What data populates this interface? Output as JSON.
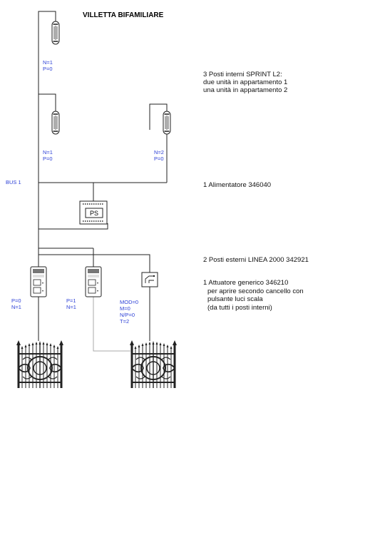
{
  "title": "VILLETTA BIFAMILIARE",
  "bus_label": "BUS 1",
  "device_labels": {
    "interno_1": [
      "N=1",
      "P=0"
    ],
    "interno_2": [
      "N=1",
      "P=0"
    ],
    "interno_3": [
      "N=2",
      "P=0"
    ],
    "esterno_1": [
      "P=0",
      "N=1"
    ],
    "esterno_2": [
      "P=1",
      "N=1"
    ],
    "attuatore": [
      "MOD=0",
      "M=0",
      "N/P=0",
      "T=2"
    ],
    "ps": "PS"
  },
  "descriptions": {
    "posti_interni": [
      "3 Posti interni SPRINT L2:",
      "due unità in appartamento 1",
      "una unità in appartamento 2"
    ],
    "alimentatore": "1 Alimentatore 346040",
    "posti_esterni": "2 Posti esterni LINEA 2000 342921",
    "attuatore": [
      "1 Attuatore generico 346210",
      "per aprire secondo cancello con",
      "pulsante luci scala",
      "(da tutti i posti interni)"
    ]
  },
  "icons": {
    "handset": "intercom-handset-icon",
    "power_supply": "power-supply-icon",
    "door_panel": "door-entry-panel-icon",
    "actuator": "relay-actuator-icon",
    "gate": "iron-gate-icon"
  },
  "colors": {
    "wire": "#222222",
    "label_blue": "#2b3fd6",
    "gate_wire": "#aaaaaa"
  }
}
